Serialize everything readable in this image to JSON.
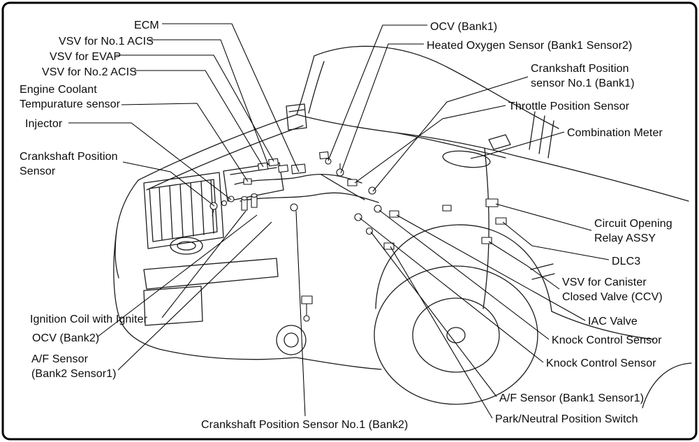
{
  "figure": {
    "kind": "engine-component-location-diagram",
    "background": "#ffffff",
    "ink": "#111111",
    "border_color": "#000000"
  },
  "labels": [
    {
      "name": "ecm",
      "text": "ECM"
    },
    {
      "name": "vsv-no1-acis",
      "text": "VSV for No.1 ACIS"
    },
    {
      "name": "vsv-evap",
      "text": "VSV for EVAP"
    },
    {
      "name": "vsv-no2-acis",
      "text": "VSV for No.2 ACIS"
    },
    {
      "name": "engine-coolant-temp-sensor",
      "text": "Engine Coolant\nTempurature sensor"
    },
    {
      "name": "injector",
      "text": "Injector"
    },
    {
      "name": "crankshaft-position-sensor",
      "text": "Crankshaft Position\nSensor"
    },
    {
      "name": "ignition-coil-with-igniter",
      "text": "Ignition Coil with Igniter"
    },
    {
      "name": "ocv-bank2",
      "text": "OCV (Bank2)"
    },
    {
      "name": "af-sensor-bank2-sensor1",
      "text": "A/F Sensor\n(Bank2 Sensor1)"
    },
    {
      "name": "crankshaft-position-sensor-no1-bank2",
      "text": "Crankshaft Position Sensor No.1 (Bank2)"
    },
    {
      "name": "ocv-bank1",
      "text": "OCV (Bank1)"
    },
    {
      "name": "heated-oxygen-sensor-bank1-sensor2",
      "text": "Heated Oxygen Sensor (Bank1 Sensor2)"
    },
    {
      "name": "crankshaft-position-sensor-no1-bank1",
      "text": "Crankshaft Position\nsensor No.1 (Bank1)"
    },
    {
      "name": "throttle-position-sensor",
      "text": "Throttle Position Sensor"
    },
    {
      "name": "combination-meter",
      "text": "Combination Meter"
    },
    {
      "name": "circuit-opening-relay-assy",
      "text": "Circuit Opening\nRelay ASSY"
    },
    {
      "name": "dlc3",
      "text": "DLC3"
    },
    {
      "name": "vsv-canister-closed-valve",
      "text": "VSV for Canister\nClosed Valve (CCV)"
    },
    {
      "name": "iac-valve",
      "text": "IAC Valve"
    },
    {
      "name": "knock-control-sensor-1",
      "text": "Knock Control Sensor"
    },
    {
      "name": "knock-control-sensor-2",
      "text": "Knock Control Sensor"
    },
    {
      "name": "af-sensor-bank1-sensor1",
      "text": "A/F Sensor (Bank1 Sensor1)"
    },
    {
      "name": "park-neutral-position-switch",
      "text": "Park/Neutral Position Switch"
    }
  ]
}
